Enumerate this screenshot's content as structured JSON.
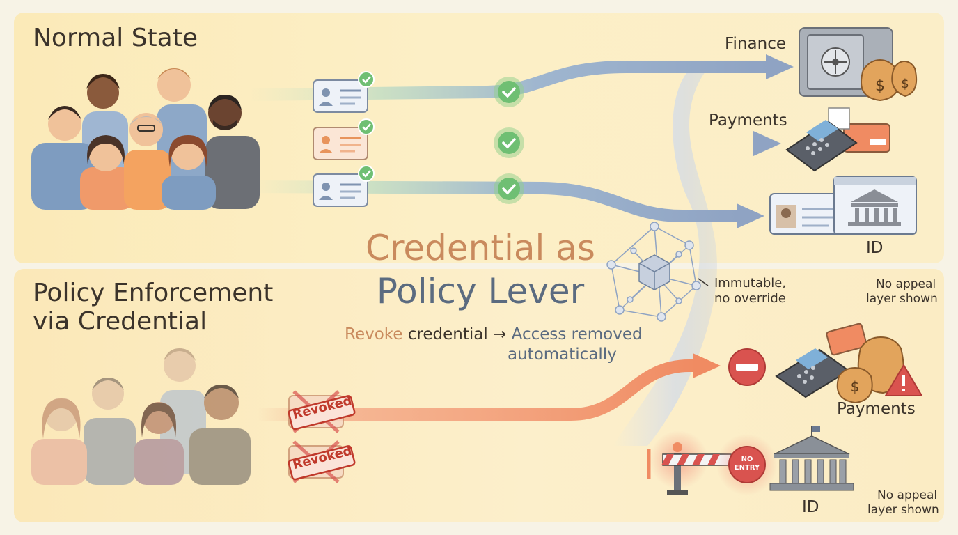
{
  "sections": {
    "top_title": "Normal State",
    "bottom_title_line1": "Policy Enforcement",
    "bottom_title_line2": "via Credential"
  },
  "center": {
    "title_line1": "Credential as",
    "title_line2": "Policy Lever",
    "revoke_word": "Revoke",
    "credential_word": "credential →",
    "access_removed_line1": "Access removed",
    "access_removed_line2": "automatically"
  },
  "ledger_note": {
    "line1": "Immutable,",
    "line2": "no override"
  },
  "top_destinations": {
    "finance": "Finance",
    "payments": "Payments",
    "id": "ID",
    "note_line1": "No appeal",
    "note_line2": "layer shown"
  },
  "bottom_destinations": {
    "payments": "Payments",
    "id": "ID",
    "no_entry_line1": "NO",
    "no_entry_line2": "ENTRY",
    "note_line1": "No appeal",
    "note_line2": "layer shown"
  },
  "revoked_stamps": [
    "Revoked",
    "Revoked"
  ],
  "colors": {
    "approved_green": "#6fbf73",
    "flow_blue": "#8fa3c3",
    "revoked_red": "#d9534f",
    "flow_orange": "#f39a73",
    "title_orange": "#c98a5d",
    "title_slate": "#5b6b80",
    "top_panel_bg": "#fcefc6",
    "bottom_panel_bg": "#fcefcb"
  }
}
